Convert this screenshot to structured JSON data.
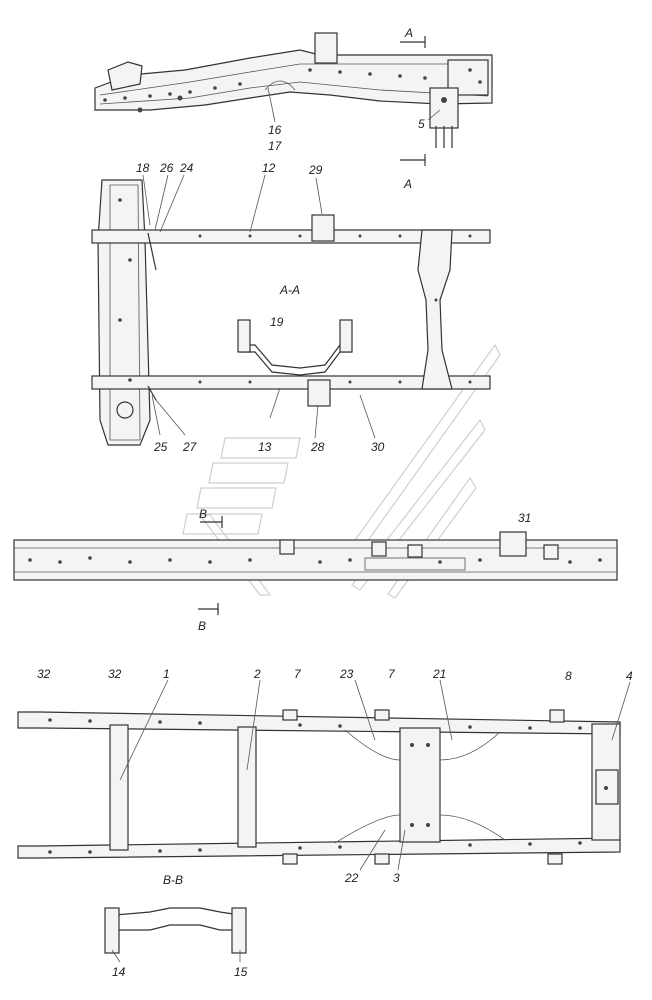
{
  "labels": {
    "section_a_top": "A",
    "section_a_bottom": "A",
    "section_aa": "A-A",
    "section_b_top": "B",
    "section_b_bottom": "B",
    "section_bb": "B-B",
    "p1": "1",
    "p2": "2",
    "p3": "3",
    "p4": "4",
    "p5": "5",
    "p7a": "7",
    "p7b": "7",
    "p8": "8",
    "p12": "12",
    "p13": "13",
    "p14": "14",
    "p15": "15",
    "p16": "16",
    "p17": "17",
    "p18": "18",
    "p19": "19",
    "p21": "21",
    "p22": "22",
    "p23": "23",
    "p24": "24",
    "p25": "25",
    "p26": "26",
    "p27": "27",
    "p28": "28",
    "p29": "29",
    "p30": "30",
    "p31": "31",
    "p32a": "32",
    "p32b": "32"
  }
}
